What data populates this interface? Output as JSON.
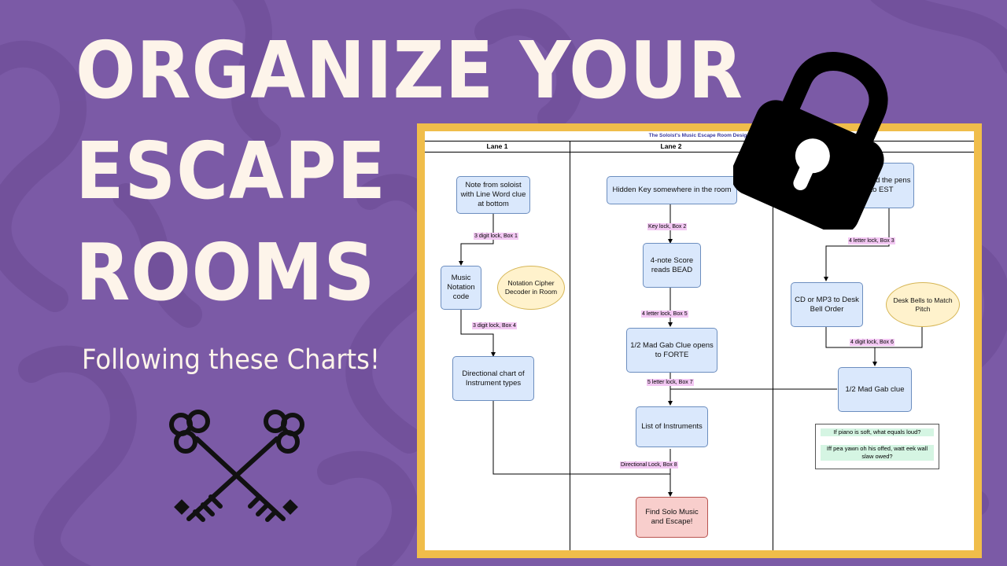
{
  "headline": {
    "line1": "ORGANIZE YOUR",
    "line2": "ESCAPE",
    "line3": "ROOMS"
  },
  "subtitle": "Following these Charts!",
  "colors": {
    "background": "#7b5aa6",
    "frame": "#f0bd4a",
    "text": "#fdf4ea",
    "edge_label": "#f3c8f3"
  },
  "icons": {
    "lock": "padlock-icon",
    "keys": "crossed-keys-icon"
  },
  "diagram": {
    "title": "The Soloist's Music Escape Room Design",
    "lanes": [
      "Lane 1",
      "Lane 2",
      ""
    ],
    "nodes": {
      "note_from_soloist": "Note from soloist with Line Word clue at bottom",
      "music_notation": "Music Notation code",
      "notation_cipher": "Notation Cipher Decoder in Room",
      "directional_chart": "Directional chart of Instrument types",
      "hidden_key": "Hidden Key somewhere in the room",
      "four_note_score": "4-note Score reads BEAD",
      "mad_gab_forte": "1/2 Mad Gab Clue opens to FORTE",
      "list_instruments": "List of Instruments",
      "find_solo": "Find Solo Music and Escape!",
      "lane3_top": "e in und the pens to EST",
      "cd_mp3": "CD or MP3 to Desk Bell Order",
      "desk_bells": "Desk Bells to Match Pitch",
      "mad_gab_clue": "1/2 Mad Gab clue"
    },
    "edge_labels": {
      "box1": "3 digit lock, Box 1",
      "box4": "3 digit lock, Box 4",
      "box2": "Key lock, Box 2",
      "box5": "4 letter lock, Box 5",
      "box7": "5 letter lock, Box 7",
      "box8": "Directional Lock, Box 8",
      "box3": "4 letter lock, Box 3",
      "box6": "4 digit lock, Box 6"
    },
    "note": {
      "line1": "If piano is soft, what equals loud?",
      "line2": "Iff pea yawn oh his offed, watt eek wall slaw owed?"
    }
  }
}
